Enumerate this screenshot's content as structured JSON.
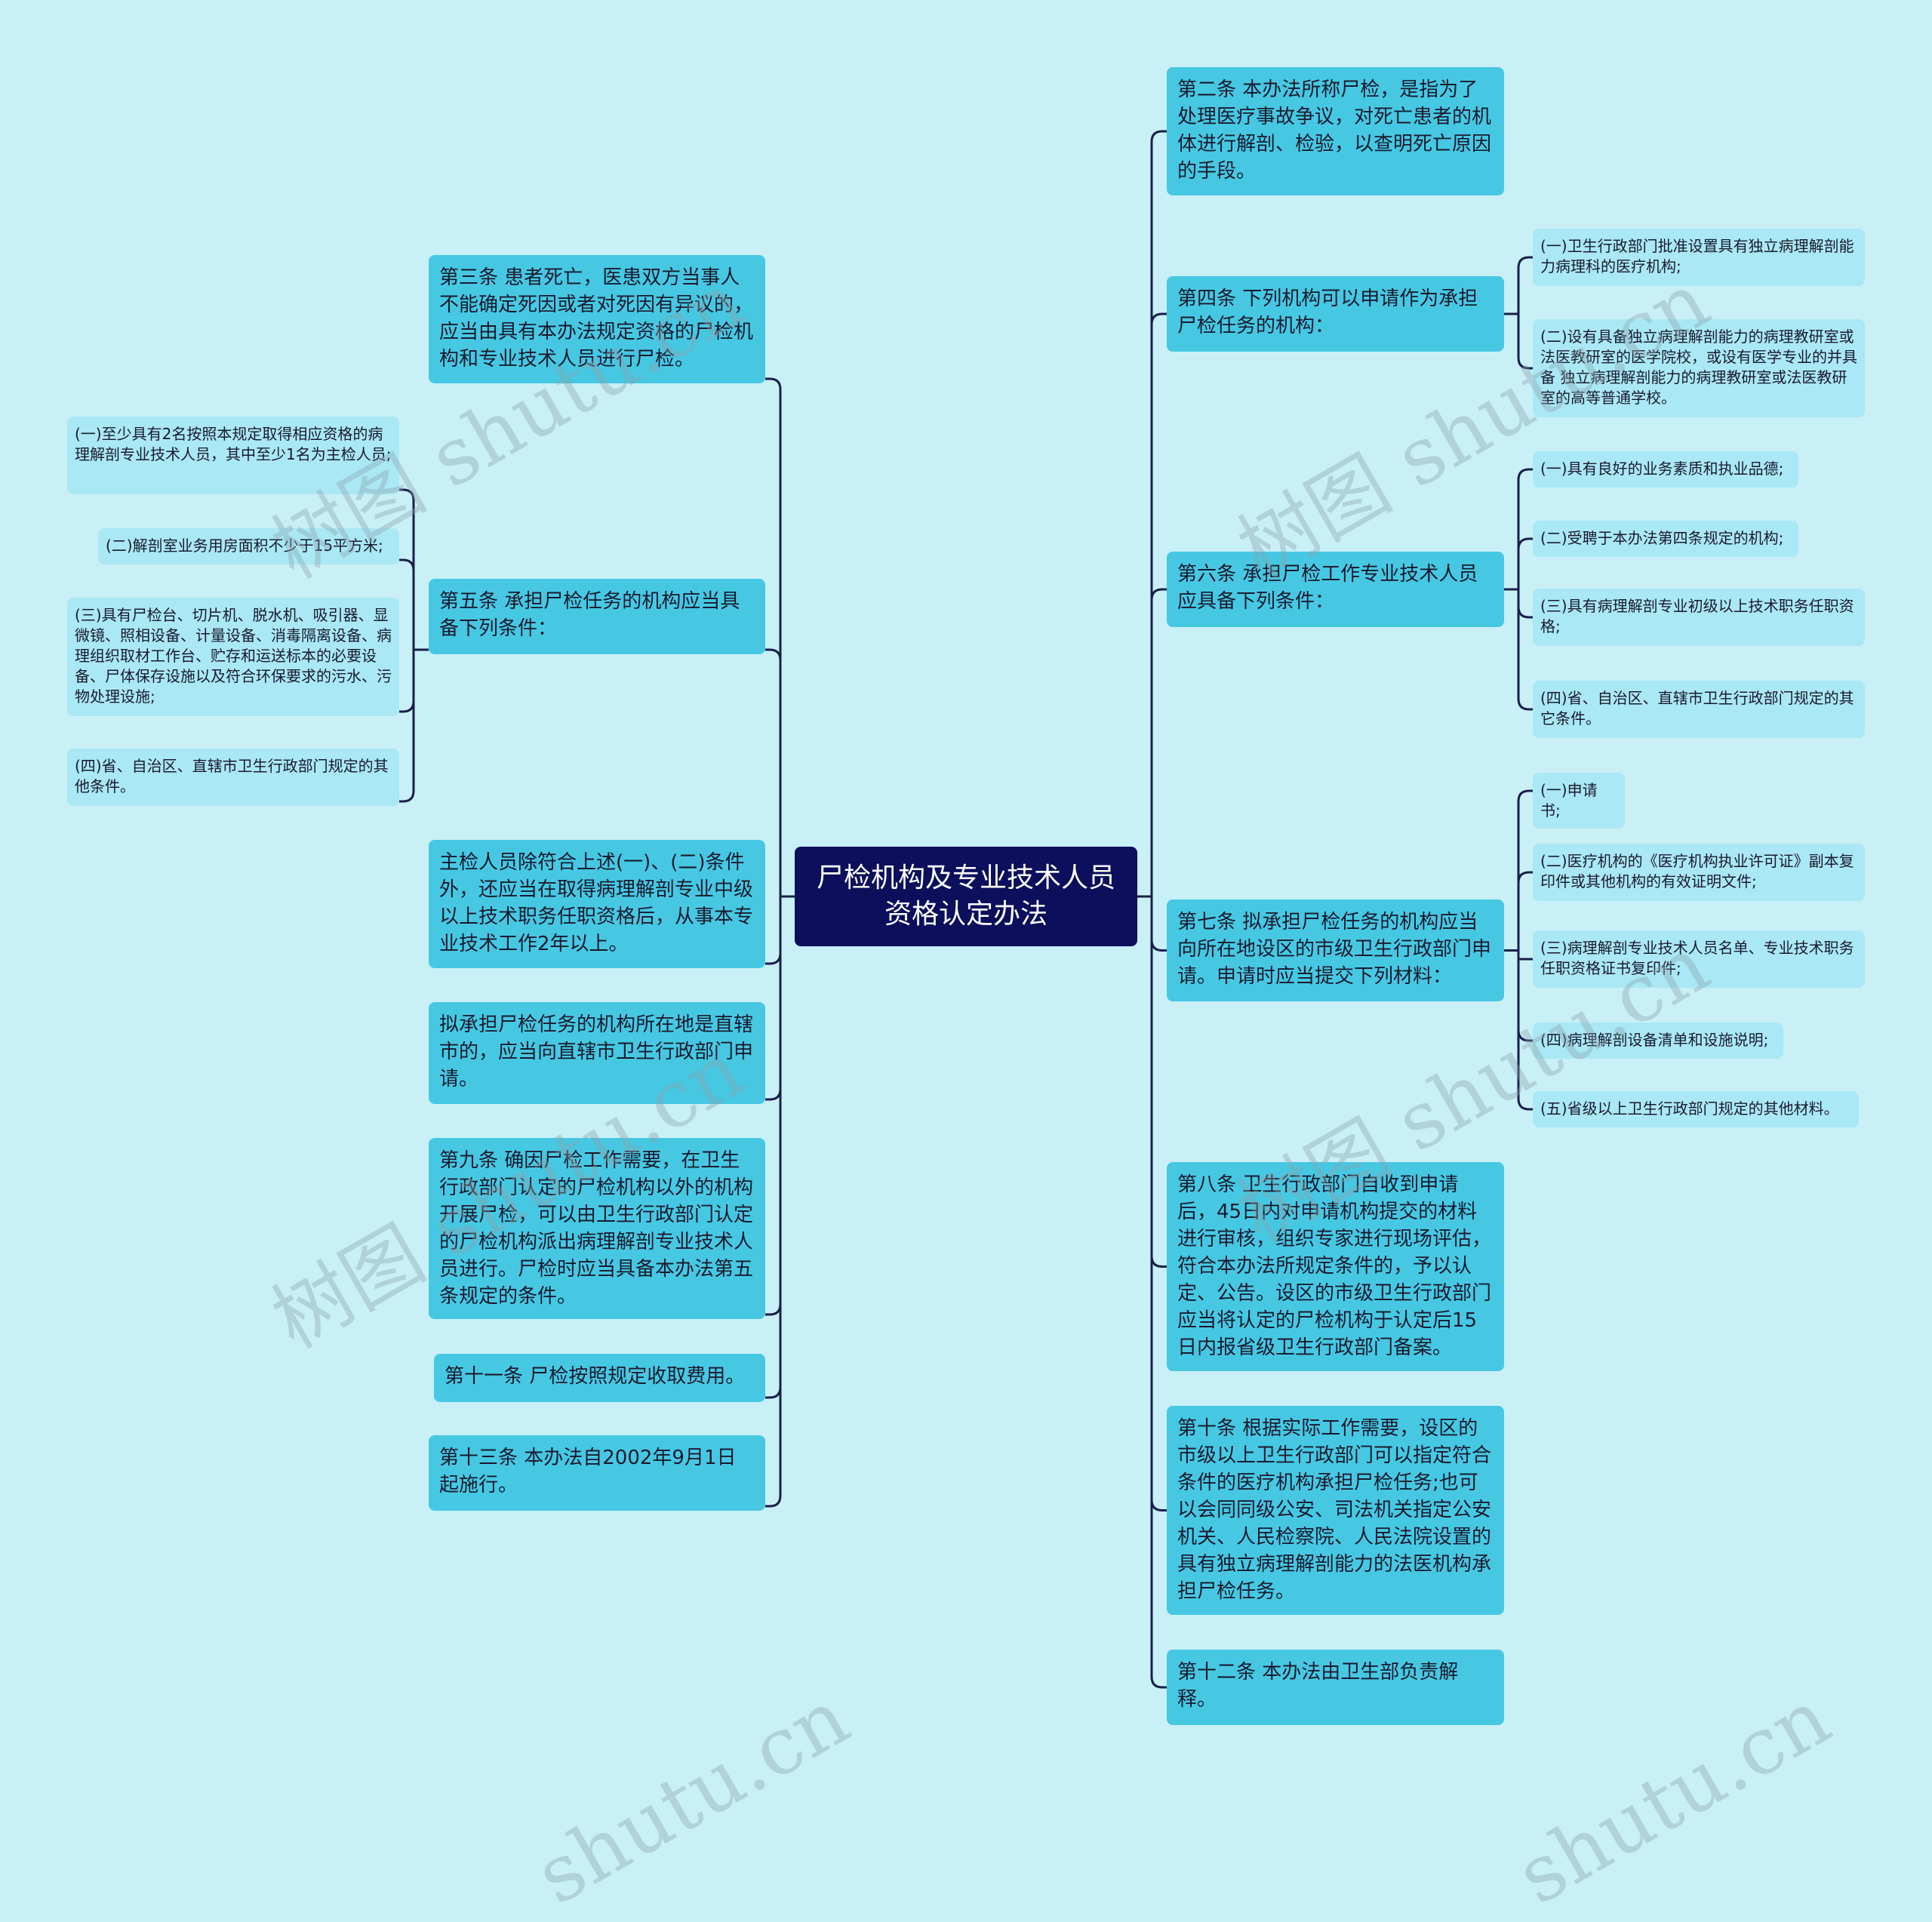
{
  "root": {
    "text": "尸检机构及专业技术人员资格认定办法"
  },
  "left": [
    {
      "id": "a3",
      "text": "第三条 患者死亡，医患双方当事人不能确定死因或者对死因有异议的，应当由具有本办法规定资格的尸检机构和专业技术人员进行尸检。"
    },
    {
      "id": "a5",
      "text": "第五条 承担尸检任务的机构应当具备下列条件：",
      "children": [
        {
          "id": "a5-1",
          "text": "(一)至少具有2名按照本规定取得相应资格的病理解剖专业技术人员，其中至少1名为主检人员;"
        },
        {
          "id": "a5-2",
          "text": "(二)解剖室业务用房面积不少于15平方米;"
        },
        {
          "id": "a5-3",
          "text": "(三)具有尸检台、切片机、脱水机、吸引器、显微镜、照相设备、计量设备、消毒隔离设备、病理组织取材工作台、贮存和运送标本的必要设备、尸体保存设施以及符合环保要求的污水、污物处理设施;"
        },
        {
          "id": "a5-4",
          "text": "(四)省、自治区、直辖市卫生行政部门规定的其他条件。"
        }
      ]
    },
    {
      "id": "zj",
      "text": "主检人员除符合上述(一)、(二)条件外，还应当在取得病理解剖专业中级以上技术职务任职资格后，从事本专业技术工作2年以上。"
    },
    {
      "id": "zx",
      "text": "拟承担尸检任务的机构所在地是直辖市的，应当向直辖市卫生行政部门申请。"
    },
    {
      "id": "a9",
      "text": "第九条 确因尸检工作需要，在卫生行政部门认定的尸检机构以外的机构开展尸检，可以由卫生行政部门认定的尸检机构派出病理解剖专业技术人员进行。尸检时应当具备本办法第五条规定的条件。"
    },
    {
      "id": "a11",
      "text": "第十一条 尸检按照规定收取费用。"
    },
    {
      "id": "a13",
      "text": "第十三条 本办法自2002年9月1日起施行。"
    }
  ],
  "right": [
    {
      "id": "a2",
      "text": "第二条 本办法所称尸检，是指为了处理医疗事故争议，对死亡患者的机体进行解剖、检验，以查明死亡原因的手段。"
    },
    {
      "id": "a4",
      "text": "第四条 下列机构可以申请作为承担尸检任务的机构：",
      "children": [
        {
          "id": "a4-1",
          "text": "(一)卫生行政部门批准设置具有独立病理解剖能力病理科的医疗机构;"
        },
        {
          "id": "a4-2",
          "text": "(二)设有具备独立病理解剖能力的病理教研室或法医教研室的医学院校，或设有医学专业的并具备 独立病理解剖能力的病理教研室或法医教研室的高等普通学校。"
        }
      ]
    },
    {
      "id": "a6",
      "text": "第六条 承担尸检工作专业技术人员应具备下列条件：",
      "children": [
        {
          "id": "a6-1",
          "text": "(一)具有良好的业务素质和执业品德;"
        },
        {
          "id": "a6-2",
          "text": "(二)受聘于本办法第四条规定的机构;"
        },
        {
          "id": "a6-3",
          "text": "(三)具有病理解剖专业初级以上技术职务任职资格;"
        },
        {
          "id": "a6-4",
          "text": "(四)省、自治区、直辖市卫生行政部门规定的其它条件。"
        }
      ]
    },
    {
      "id": "a7",
      "text": "第七条 拟承担尸检任务的机构应当向所在地设区的市级卫生行政部门申请。申请时应当提交下列材料：",
      "children": [
        {
          "id": "a7-1",
          "text": "(一)申请书;"
        },
        {
          "id": "a7-2",
          "text": "(二)医疗机构的《医疗机构执业许可证》副本复印件或其他机构的有效证明文件;"
        },
        {
          "id": "a7-3",
          "text": "(三)病理解剖专业技术人员名单、专业技术职务任职资格证书复印件;"
        },
        {
          "id": "a7-4",
          "text": "(四)病理解剖设备清单和设施说明;"
        },
        {
          "id": "a7-5",
          "text": "(五)省级以上卫生行政部门规定的其他材料。"
        }
      ]
    },
    {
      "id": "a8",
      "text": "第八条 卫生行政部门自收到申请后，45日内对申请机构提交的材料进行审核，组织专家进行现场评估，符合本办法所规定条件的，予以认定、公告。设区的市级卫生行政部门应当将认定的尸检机构于认定后15日内报省级卫生行政部门备案。"
    },
    {
      "id": "a10",
      "text": "第十条 根据实际工作需要，设区的市级以上卫生行政部门可以指定符合条件的医疗机构承担尸检任务;也可以会同同级公安、司法机关指定公安机关、人民检察院、人民法院设置的具有独立病理解剖能力的法医机构承担尸检任务。"
    },
    {
      "id": "a12",
      "text": "第十二条 本办法由卫生部负责解释。"
    }
  ],
  "watermarks": [
    "树图 shutu.cn",
    "树图 shutu.cn",
    "树图 shutu.cn",
    "树图 shutu.cn",
    "shutu.cn",
    "shutu.cn"
  ],
  "colors": {
    "background": "#c9f0f7",
    "root": "#0b0f5c",
    "level1": "#46c8e3",
    "level2": "#a9e8f4",
    "line": "#1a1f4a"
  }
}
